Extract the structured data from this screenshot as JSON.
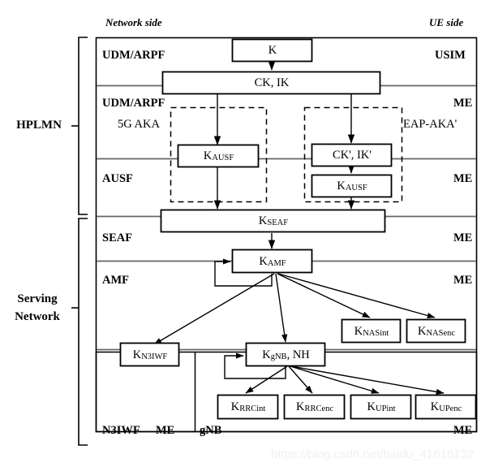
{
  "figure": {
    "title": "5G key hierarchy",
    "headers": {
      "network_side": "Network side",
      "ue_side": "UE side"
    },
    "braces": [
      {
        "name": "hplmn",
        "label": "HPLMN"
      },
      {
        "name": "serving-network",
        "label_line1": "Serving",
        "label_line2": "Network"
      }
    ],
    "row_labels_left": [
      {
        "name": "udm-arpf-1",
        "text": "UDM/ARPF"
      },
      {
        "name": "udm-arpf-2",
        "text": "UDM/ARPF"
      },
      {
        "name": "ausf",
        "text": "AUSF"
      },
      {
        "name": "seaf",
        "text": "SEAF"
      },
      {
        "name": "amf",
        "text": "AMF"
      },
      {
        "name": "n3iwf",
        "text": "N3IWF"
      },
      {
        "name": "gnb",
        "text": "gNB"
      }
    ],
    "row_labels_right": [
      {
        "name": "usim",
        "text": "USIM"
      },
      {
        "name": "me-1",
        "text": "ME"
      },
      {
        "name": "me-2",
        "text": "ME"
      },
      {
        "name": "me-3",
        "text": "ME"
      },
      {
        "name": "me-4",
        "text": "ME"
      },
      {
        "name": "me-5",
        "text": "ME"
      },
      {
        "name": "me-6",
        "text": "ME"
      }
    ],
    "method_labels": [
      {
        "name": "method-5g-aka",
        "text": "5G AKA"
      },
      {
        "name": "method-eap-aka-prime",
        "text": "EAP-AKA'"
      }
    ],
    "key_boxes": [
      {
        "name": "key-box-k",
        "base": "K",
        "sub": ""
      },
      {
        "name": "key-box-ck-ik",
        "base": "CK, IK",
        "sub": ""
      },
      {
        "name": "key-box-kausf-l",
        "base": "K",
        "sub": "AUSF"
      },
      {
        "name": "key-box-ck-ik-p",
        "base": "CK', IK'",
        "sub": ""
      },
      {
        "name": "key-box-kausf-r",
        "base": "K",
        "sub": "AUSF"
      },
      {
        "name": "key-box-kseaf",
        "base": "K",
        "sub": "SEAF"
      },
      {
        "name": "key-box-kamf",
        "base": "K",
        "sub": "AMF"
      },
      {
        "name": "key-box-knasint",
        "base": "K",
        "sub": "NASint"
      },
      {
        "name": "key-box-knasenc",
        "base": "K",
        "sub": "NASenc"
      },
      {
        "name": "key-box-kn3iwf",
        "base": "K",
        "sub": "N3IWF"
      },
      {
        "name": "key-box-kgnb-nh",
        "base": "K",
        "sub": "gNB",
        "tail": ", NH"
      },
      {
        "name": "key-box-krrcint",
        "base": "K",
        "sub": "RRCint"
      },
      {
        "name": "key-box-krrcenc",
        "base": "K",
        "sub": "RRCenc"
      },
      {
        "name": "key-box-kupint",
        "base": "K",
        "sub": "UPint"
      },
      {
        "name": "key-box-kupenc",
        "base": "K",
        "sub": "UPenc"
      }
    ],
    "watermark": "https://blog.csdn.net/baidu_41616132",
    "colors": {
      "line": "#000000",
      "divider": "#666666",
      "watermark": "#f0f0f0",
      "background": "#ffffff"
    }
  }
}
